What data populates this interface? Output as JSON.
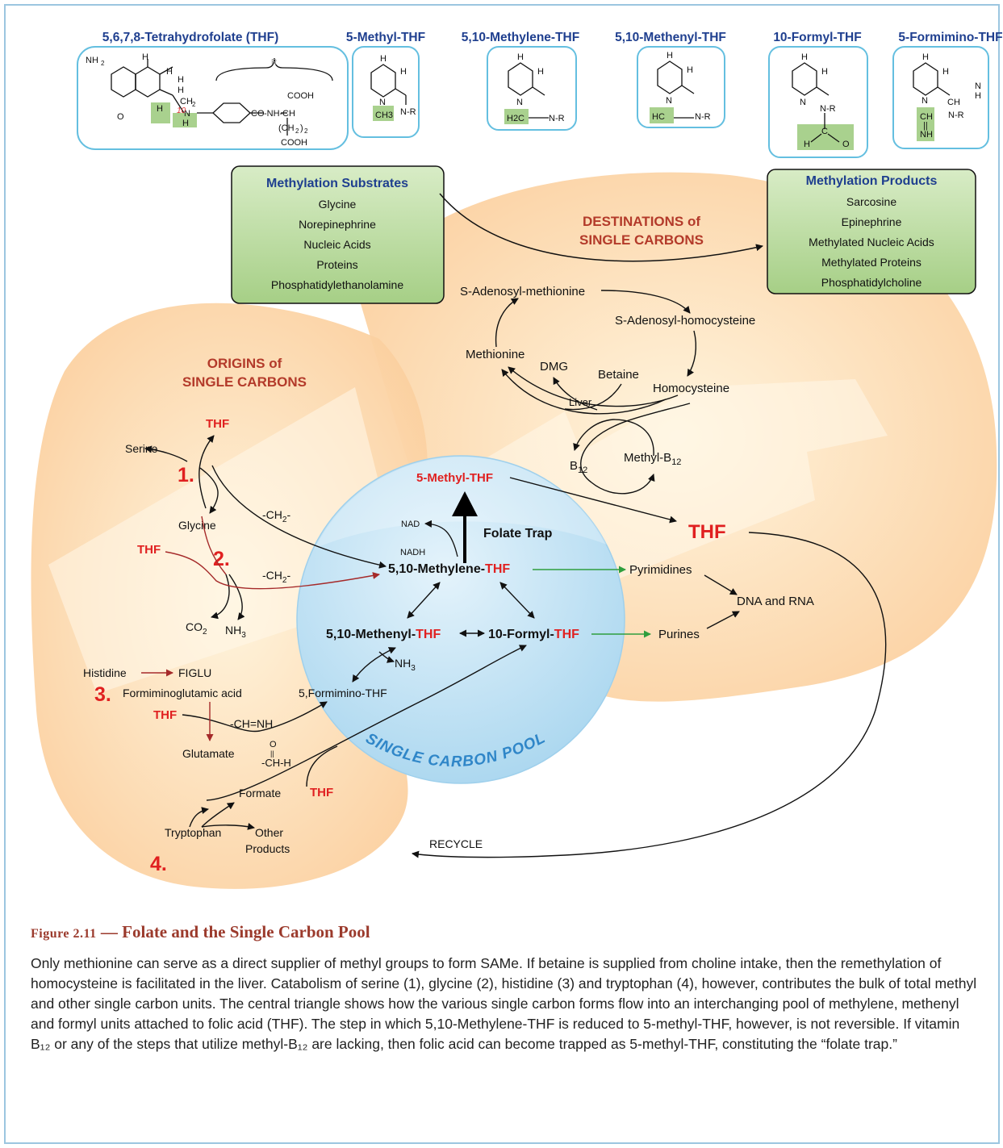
{
  "structures": {
    "thf": {
      "title": "5,6,7,8-Tetrahydrofolate (THF)",
      "r_label": "R"
    },
    "methyl_thf": {
      "title": "5-Methyl-THF",
      "group": "CH3"
    },
    "methylene_thf": {
      "title": "5,10-Methylene-THF",
      "group": "H2C"
    },
    "methenyl_thf": {
      "title": "5,10-Methenyl-THF",
      "group": "HC"
    },
    "formyl_thf": {
      "title": "10-Formyl-THF",
      "group": "O"
    },
    "formimino_thf": {
      "title": "5-Formimino-THF",
      "group": "CH / NH"
    }
  },
  "substrates": {
    "title": "Methylation Substrates",
    "items": [
      "Glycine",
      "Norepinephrine",
      "Nucleic Acids",
      "Proteins",
      "Phosphatidylethanolamine"
    ]
  },
  "products": {
    "title": "Methylation Products",
    "items": [
      "Sarcosine",
      "Epinephrine",
      "Methylated Nucleic Acids",
      "Methylated Proteins",
      "Phosphatidylcholine"
    ]
  },
  "regions": {
    "destinations_line1": "DESTINATIONS of",
    "destinations_line2": "SINGLE CARBONS",
    "origins_line1": "ORIGINS of",
    "origins_line2": "SINGLE CARBONS",
    "pool": "SINGLE CARBON POOL"
  },
  "methionine_cycle": {
    "sam": "S-Adenosyl-methionine",
    "sah": "S-Adenosyl-homocysteine",
    "methionine": "Methionine",
    "homocysteine": "Homocysteine",
    "dmg": "DMG",
    "betaine": "Betaine",
    "liver": "Liver",
    "b12": "B",
    "b12_sub": "12",
    "methyl_b12": "Methyl-B",
    "methyl_b12_sub": "12"
  },
  "pool": {
    "methyl_thf": "5-Methyl-THF",
    "folate_trap": "Folate Trap",
    "nad": "NAD",
    "nadh": "NADH",
    "methylene_prefix": "5,10-Methylene-",
    "methenyl_prefix": "5,10-Methenyl-",
    "formyl_prefix": "10-Formyl-",
    "thf_suffix": "THF",
    "nh3": "NH",
    "nh3_sub": "3",
    "formimino": "5,Formimino-THF"
  },
  "outputs": {
    "thf_big": "THF",
    "pyrimidines": "Pyrimidines",
    "purines": "Purines",
    "dna_rna": "DNA and RNA",
    "recycle": "RECYCLE"
  },
  "origins": {
    "step1": "1.",
    "step2": "2.",
    "step3": "3.",
    "step4": "4.",
    "thf": "THF",
    "serine": "Serine",
    "glycine": "Glycine",
    "ch2": "-CH",
    "ch2_sub": "2",
    "ch2_end": "-",
    "co2": "CO",
    "co2_sub": "2",
    "nh3": "NH",
    "nh3_sub": "3",
    "histidine": "Histidine",
    "figlu": "FIGLU",
    "formiminoglutamic": "Formiminoglutamic acid",
    "chnh": "-CH=NH",
    "glutamate": "Glutamate",
    "cho_o": "O",
    "cho_bond": "||",
    "cho": "-CH-H",
    "formate": "Formate",
    "tryptophan": "Tryptophan",
    "other": "Other",
    "products": "Products"
  },
  "caption": {
    "figure_label": "Figure 2.11",
    "dash": " — ",
    "title": "Folate and the Single Carbon Pool",
    "body": "Only methionine can serve as a direct supplier of methyl groups to form SAMe. If betaine is supplied from choline intake, then the remethylation of homocysteine is facilitated in the liver. Catabolism of serine (1), glycine (2), histidine (3) and tryptophan (4), however, contributes the bulk of total methyl and other single carbon units. The central triangle shows how the various single carbon forms flow into an interchanging pool of methylene, methenyl and formyl units attached to folic acid (THF). The step in which 5,10-Methylene-THF is reduced to 5-methyl-THF, however, is not reversible. If vitamin B₁₂ or any of the steps that utilize methyl-B₁₂ are lacking, then folic acid can become trapped as 5-methyl-THF, constituting the “folate trap.”"
  },
  "colors": {
    "blue_title": "#1f3f8f",
    "red": "#e02020",
    "dark_red": "#9b3a2c",
    "green_box": "#a9d18e",
    "pool_blue": "#bfe0f3",
    "orange_blob": "#fbd3a6"
  }
}
